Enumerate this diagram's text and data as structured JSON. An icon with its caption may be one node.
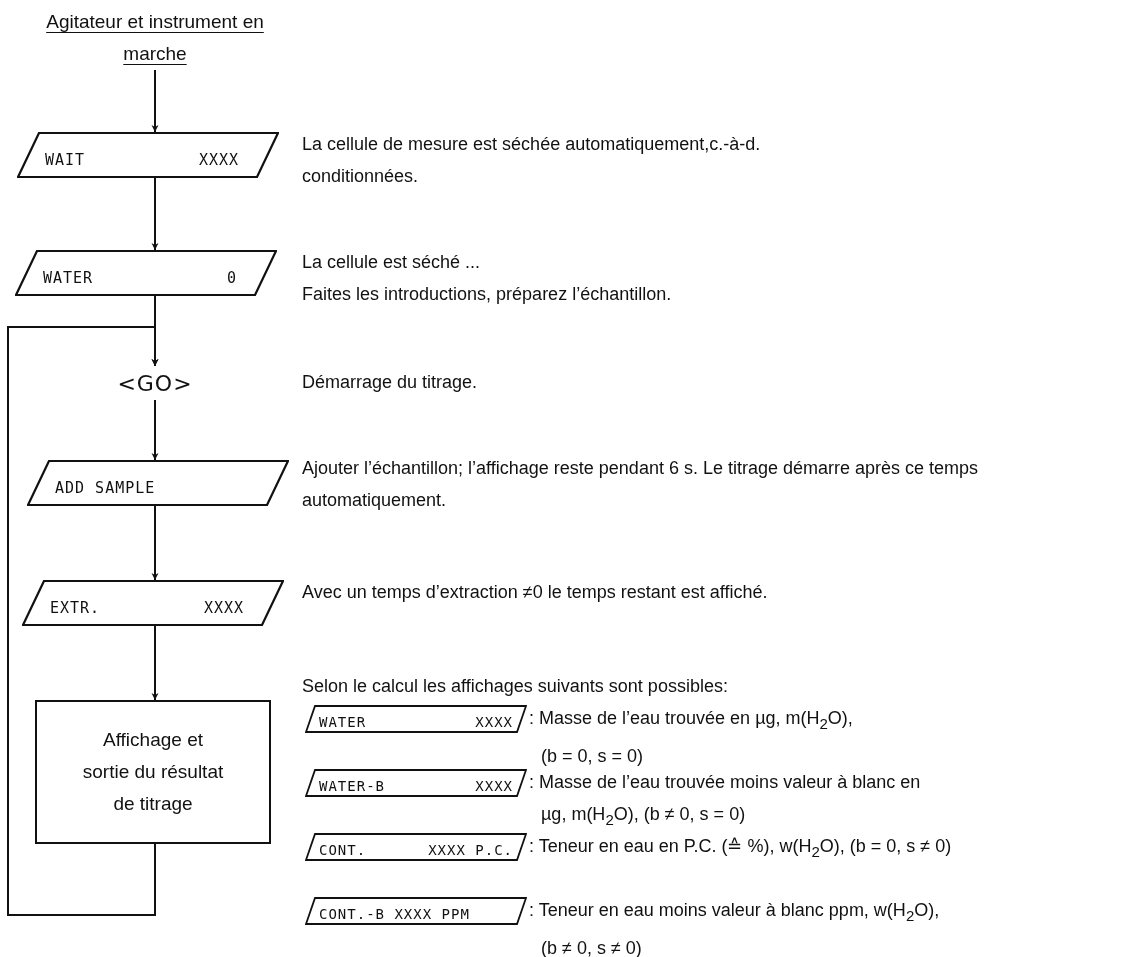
{
  "diagram": {
    "nodes": [
      {
        "text": [
          "Agitateur et instrument en marche"
        ]
      },
      {
        "text": [
          "WAIT",
          "XXXX"
        ],
        "beside": [
          "La cellule de mesure est séchée automatiquement,c.-à-d. conditionnées."
        ]
      },
      {
        "text": [
          "WATER",
          "0"
        ],
        "beside": [
          "La cellule est séché ...",
          "Faites les introductions, préparez l’échantillon."
        ]
      },
      {
        "text": [
          "<GO>"
        ]
      },
      {
        "text": [
          "ADD SAMPLE"
        ],
        "beside": [
          "Ajouter l’échantillon; l’affichage reste pendant 6 s. Le titrage démarre après ce temps automatiquement."
        ]
      },
      {
        "text": [
          "EXTR.",
          "XXXX"
        ],
        "beside": [
          "Avec un temps d’extraction ≠0 le temps restant est affiché."
        ]
      },
      {
        "text": [
          "Affichage et sortie du résultat de titrage"
        ]
      },
      {
        "text": [
          "WATER",
          "XXXX"
        ],
        "beside": [
          ": Masse de l’eau trouvée en µg, m(H$_{2}$O), (b = 0, s = 0)"
        ]
      },
      {
        "text": [
          "WATER-B",
          "XXXX"
        ],
        "beside": [
          ": Masse de l’eau trouvée moins valeur à blanc en µg, m(H$_{2}$O), (b ≠ 0, s = 0)"
        ]
      },
      {
        "text": [
          "CONT.",
          "XXXX P.C."
        ],
        "beside": [
          ": Teneur en eau en P.C. (≙ %), w(H$_{2}$O), (b = 0, s ≠ 0)"
        ]
      },
      {
        "text": [
          "CONT.-B XXXX PPM"
        ],
        "beside": [
          ": Teneur en eau moins valeur à blanc ppm, w(H$_{2}$O), (b ≠ 0, s ≠ 0)"
        ]
      }
    ],
    "edges": [
      {
        "from": 0,
        "to": 1,
        "arrow": "to"
      },
      {
        "from": 1,
        "to": 2,
        "arrow": "to"
      },
      {
        "from": 2,
        "to": 3,
        "arrow": "to"
      },
      {
        "from": 3,
        "to": 4,
        "arrow": "to"
      },
      {
        "from": 4,
        "to": 5,
        "arrow": "to"
      },
      {
        "from": 5,
        "to": 6,
        "arrow": "to"
      },
      {
        "from": 6,
        "to": 3,
        "arrow": "to"
      }
    ],
    "labels": [
      "Démarrage du titrage.",
      "Selon le calcul les affichages suivants sont possibles:"
    ]
  }
}
